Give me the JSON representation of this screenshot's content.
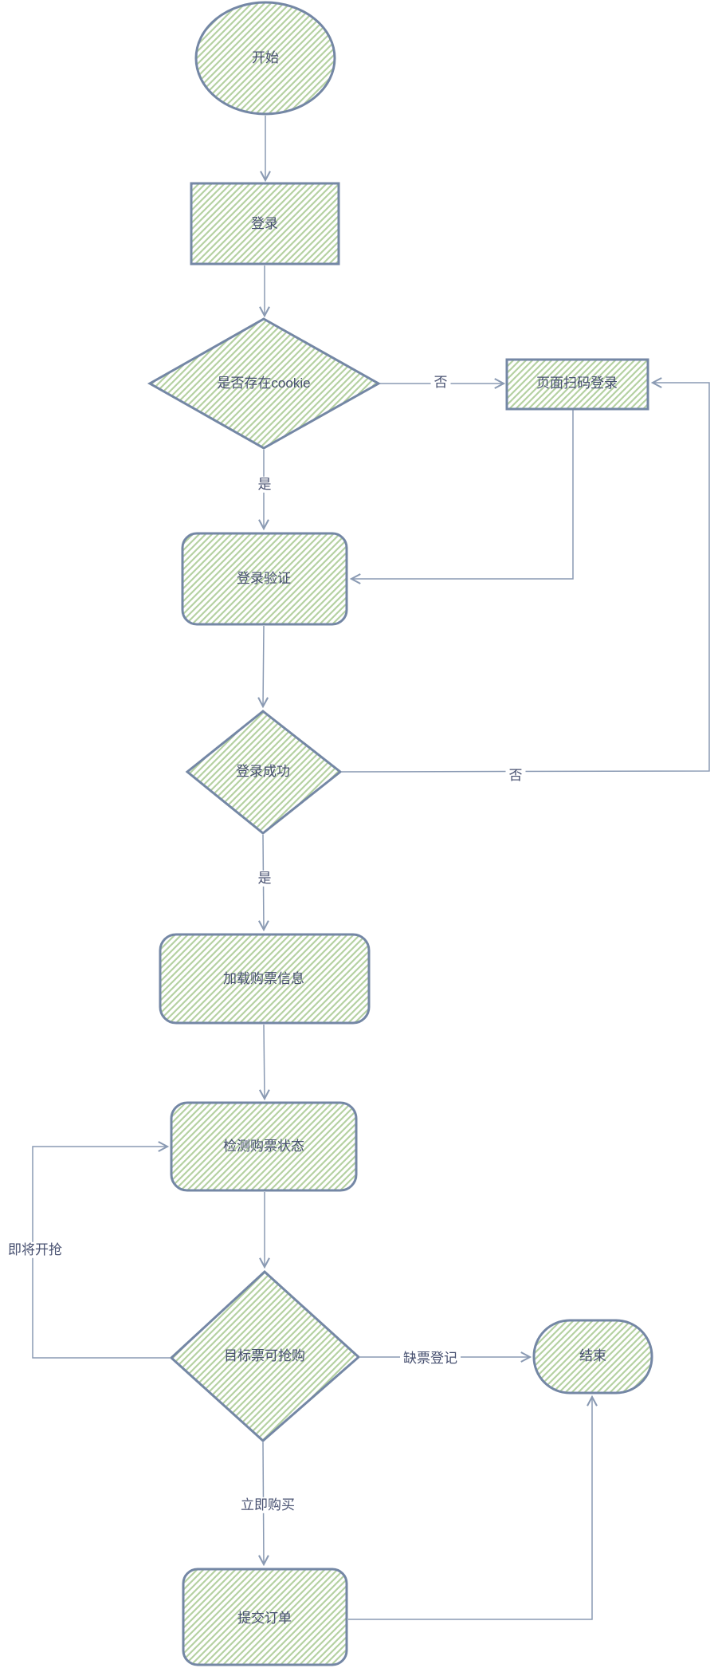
{
  "diagram": {
    "type": "flowchart",
    "style": "hand-drawn-sketch",
    "colors": {
      "node_stroke": "#7487a5",
      "edge_stroke": "#8a9ab3",
      "hatch_fill_green": "#b5d1a2",
      "text": "#475070",
      "background": "#ffffff"
    },
    "nodes": [
      {
        "id": "start",
        "type": "ellipse",
        "label": "开始"
      },
      {
        "id": "login",
        "type": "rectangle",
        "label": "登录"
      },
      {
        "id": "cookie-check",
        "type": "diamond",
        "label": "是否存在cookie"
      },
      {
        "id": "qr-login",
        "type": "rectangle",
        "label": "页面扫码登录"
      },
      {
        "id": "login-verify",
        "type": "rounded-rectangle",
        "label": "登录验证"
      },
      {
        "id": "login-success",
        "type": "diamond",
        "label": "登录成功"
      },
      {
        "id": "load-ticket-info",
        "type": "rounded-rectangle",
        "label": "加载购票信息"
      },
      {
        "id": "check-ticket-status",
        "type": "rounded-rectangle",
        "label": "检测购票状态"
      },
      {
        "id": "ticket-available",
        "type": "diamond",
        "label": "目标票可抢购"
      },
      {
        "id": "end",
        "type": "stadium",
        "label": "结束"
      },
      {
        "id": "submit-order",
        "type": "rounded-rectangle",
        "label": "提交订单"
      }
    ],
    "edge_labels": [
      {
        "id": "cookie-no",
        "from": "cookie-check",
        "to": "qr-login",
        "label": "否"
      },
      {
        "id": "cookie-yes",
        "from": "cookie-check",
        "to": "login-verify",
        "label": "是"
      },
      {
        "id": "login-fail-no",
        "from": "login-success",
        "to": "qr-login",
        "label": "否"
      },
      {
        "id": "login-ok-yes",
        "from": "login-success",
        "to": "load-ticket-info",
        "label": "是"
      },
      {
        "id": "about-to-start",
        "from": "ticket-available",
        "to": "check-ticket-status",
        "label": "即将开抢"
      },
      {
        "id": "sold-out-register",
        "from": "ticket-available",
        "to": "end",
        "label": "缺票登记"
      },
      {
        "id": "buy-now",
        "from": "ticket-available",
        "to": "submit-order",
        "label": "立即购买"
      }
    ]
  }
}
